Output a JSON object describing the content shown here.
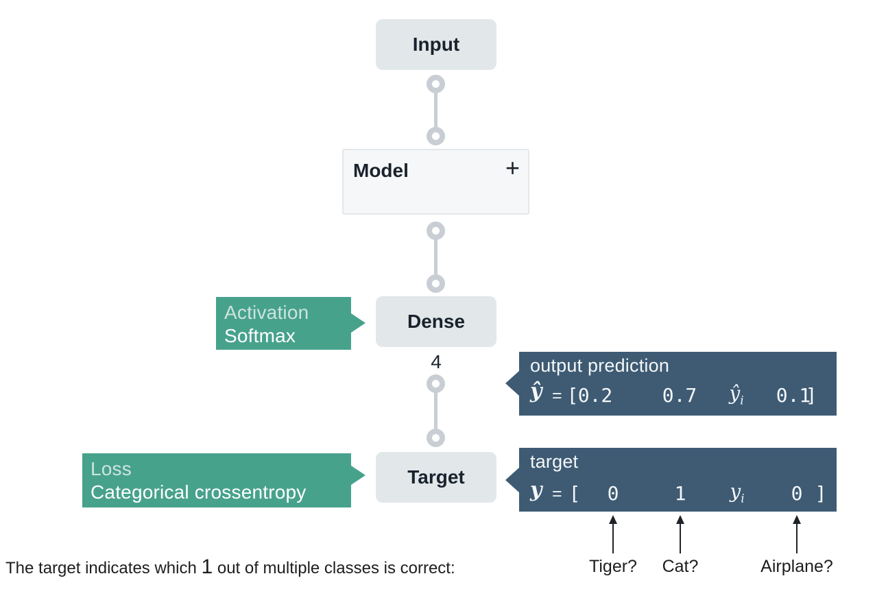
{
  "colors": {
    "node_fill": "#e2e7ea",
    "node_text": "#19232d",
    "model_fill": "#f5f7f8",
    "model_border": "#e3e7ea",
    "connector_gray": "#c9ced4",
    "callout_green": "#47a28c",
    "callout_green_label": "#cde4dd",
    "annotation_dark": "#3e5b73",
    "annotation_text": "#f4f7f9",
    "text_dark": "#1d1d1f"
  },
  "nodes": {
    "input": {
      "label": "Input"
    },
    "model": {
      "label": "Model",
      "add_button": "+"
    },
    "dense": {
      "label": "Dense",
      "units": "4"
    },
    "target": {
      "label": "Target"
    }
  },
  "callouts": {
    "activation": {
      "category": "Activation",
      "value": "Softmax"
    },
    "loss": {
      "category": "Loss",
      "value": "Categorical crossentropy"
    }
  },
  "annotations": {
    "output": {
      "title": "output prediction",
      "symbol": "ŷ",
      "equals": "=",
      "bracket_open": "[",
      "value_1": "0.2",
      "value_2": "0.7",
      "value_i": "ŷ",
      "value_i_sub": "i",
      "value_n": "0.1",
      "bracket_close": "]"
    },
    "target": {
      "title": "target",
      "symbol": "y",
      "equals": "=",
      "bracket_open": "[",
      "value_1": "0",
      "value_2": "1",
      "value_i": "y",
      "value_i_sub": "i",
      "value_n": "0",
      "bracket_close": "]"
    }
  },
  "class_questions": [
    "Tiger?",
    "Cat?",
    "Airplane?"
  ],
  "footnote": {
    "pre": "The target indicates which ",
    "highlight": "1",
    "post": " out of multiple classes is correct:"
  }
}
